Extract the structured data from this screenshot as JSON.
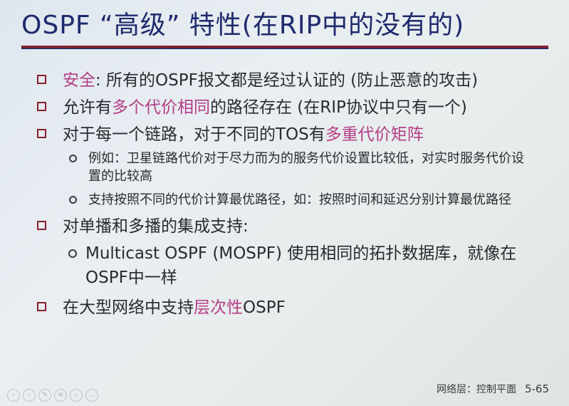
{
  "title": "OSPF “高级” 特性(在RIP中的没有的)",
  "bullets": {
    "b1": {
      "hl": "安全",
      "rest": ": 所有的OSPF报文都是经过认证的 (防止恶意的攻击)"
    },
    "b2": {
      "pre": "允许有",
      "hl": "多个代价相同",
      "post": "的路径存在 (在RIP协议中只有一个)"
    },
    "b3": {
      "pre": "对于每一个链路，对于不同的TOS有",
      "hl": "多重代价矩阵"
    },
    "b3_sub1": "例如：卫星链路代价对于尽力而为的服务代价设置比较低，对实时服务代价设置的比较高",
    "b3_sub2": "支持按照不同的代价计算最优路径，如：按照时间和延迟分别计算最优路径",
    "b4": "对单播和多播的集成支持:",
    "b4_sub1": "Multicast OSPF (MOSPF) 使用相同的拓扑数据库，就像在OSPF中一样",
    "b5": {
      "pre": "在大型网络中支持",
      "hl": "层次性",
      "post": "OSPF"
    }
  },
  "footer": {
    "text": "网络层：控制平面",
    "page": "5-65"
  },
  "nav_icons": [
    "prev-icon",
    "next-icon",
    "pen-icon",
    "menu-icon",
    "zoom-icon",
    "more-icon"
  ],
  "colors": {
    "title": "#1e2a6e",
    "highlight": "#b53d86",
    "rule": "#8a1f2d"
  }
}
